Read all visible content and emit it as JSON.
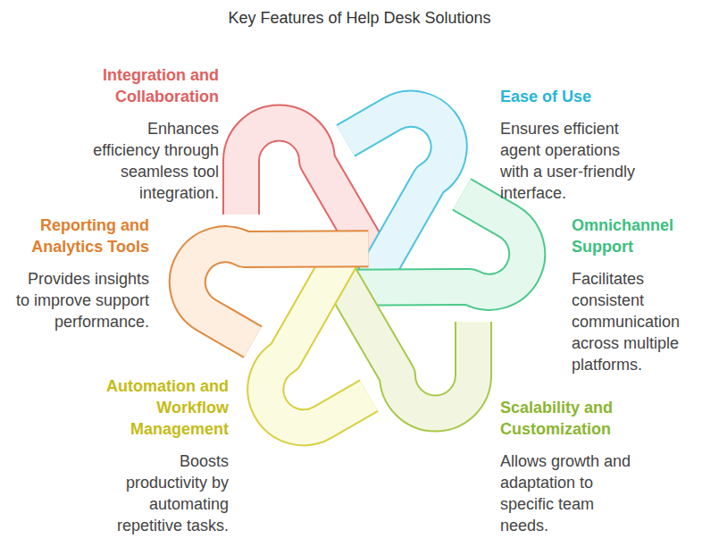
{
  "diagram": {
    "title": "Key Features of Help Desk Solutions",
    "nodes": [
      {
        "text": [
          "Integration and Collaboration",
          "Enhances efficiency through seamless tool integration."
        ]
      },
      {
        "text": [
          "Ease of Use",
          "Ensures efficient agent operations with a user-friendly interface."
        ]
      },
      {
        "text": [
          "Reporting and Analytics Tools",
          "Provides insights to improve support performance."
        ]
      },
      {
        "text": [
          "Omnichannel Support",
          "Facilitates consistent communication across multiple platforms."
        ]
      },
      {
        "text": [
          "Automation and Workflow Management",
          "Boosts productivity by automating repetitive tasks."
        ]
      },
      {
        "text": [
          "Scalability and Customization",
          "Allows growth and adaptation to specific team needs."
        ]
      }
    ]
  }
}
